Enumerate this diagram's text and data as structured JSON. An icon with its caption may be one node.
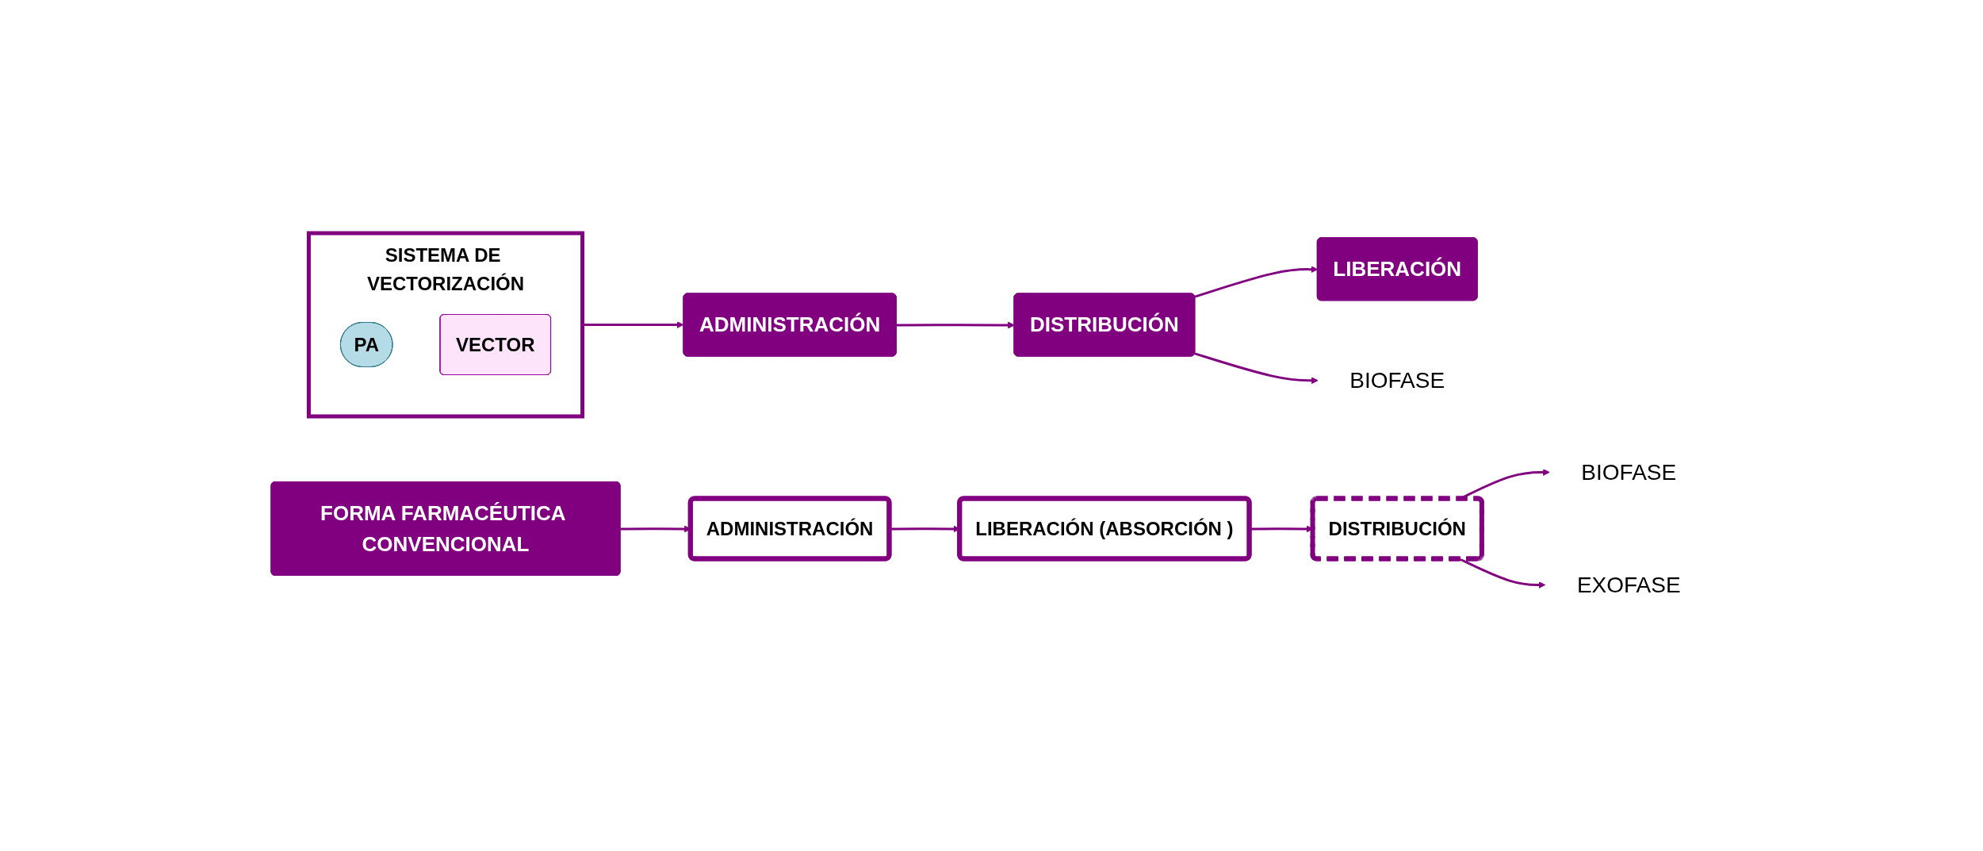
{
  "diagram": {
    "nodes": [
      {
        "text": [
          "SISTEMA DE VECTORIZACIÓN"
        ]
      },
      {
        "text": [
          "PA"
        ],
        "in": 0
      },
      {
        "text": [
          "VECTOR"
        ],
        "in": 0
      },
      {
        "text": [
          "ADMINISTRACIÓN"
        ]
      },
      {
        "text": [
          "DISTRIBUCIÓN"
        ]
      },
      {
        "text": [
          "LIBERACIÓN"
        ]
      },
      {
        "text": [
          "BIOFASE"
        ]
      },
      {
        "text": [
          "FORMA FARMACÉUTICA CONVENCIONAL"
        ]
      },
      {
        "text": [
          "ADMINISTRACIÓN"
        ]
      },
      {
        "text": [
          "LIBERACIÓN (ABSORCIÓN )"
        ]
      },
      {
        "text": [
          "DISTRIBUCIÓN"
        ]
      },
      {
        "text": [
          "BIOFASE"
        ]
      },
      {
        "text": [
          "EXOFASE"
        ]
      }
    ],
    "edges": [
      {
        "from": 0,
        "to": 3,
        "arrow": "to"
      },
      {
        "from": 3,
        "to": 4,
        "arrow": "to"
      },
      {
        "from": 4,
        "to": 5,
        "arrow": "to"
      },
      {
        "from": 4,
        "to": 6,
        "arrow": "to"
      },
      {
        "from": 7,
        "to": 8,
        "arrow": "to"
      },
      {
        "from": 8,
        "to": 9,
        "arrow": "to"
      },
      {
        "from": 9,
        "to": 10,
        "arrow": "to"
      },
      {
        "from": 10,
        "to": 11,
        "arrow": "to"
      },
      {
        "from": 10,
        "to": 12,
        "arrow": "to"
      }
    ]
  }
}
